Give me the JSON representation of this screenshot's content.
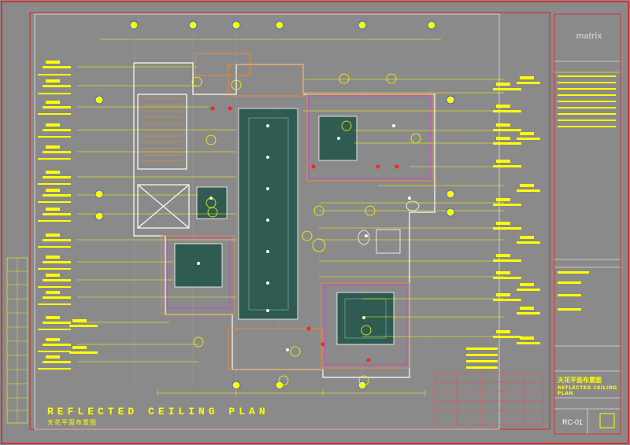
{
  "drawing": {
    "title_en": "REFLECTED  CEILING  PLAN",
    "title_cn": "天花平面布置图",
    "title_block": {
      "logo": "matrix",
      "title_cn": "天花平面布置图",
      "title_en": "REFLECTED  CEILING  PLAN",
      "drawing_no": "RC-01"
    }
  },
  "colors": {
    "background": "#8a8a8a",
    "frame": "#ff0000",
    "annotation": "#ffff00",
    "wall": "#ffffff",
    "ceiling_fill": "#2f5b52",
    "grid_bubble": "#3a6ad8",
    "partition": "#cc44cc",
    "finish_line": "#ff8a1c"
  }
}
